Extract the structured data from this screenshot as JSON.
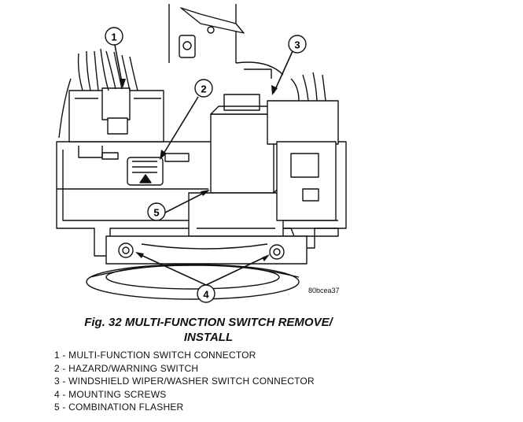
{
  "figure": {
    "image_code": "80bcea37",
    "callouts": [
      "1",
      "2",
      "3",
      "4",
      "5"
    ]
  },
  "caption": {
    "line1": "Fig. 32 MULTI-FUNCTION SWITCH REMOVE/",
    "line2": "INSTALL"
  },
  "legend": [
    "1 - MULTI-FUNCTION SWITCH CONNECTOR",
    "2 - HAZARD/WARNING SWITCH",
    "3 - WINDSHIELD WIPER/WASHER SWITCH CONNECTOR",
    "4 - MOUNTING SCREWS",
    "5 - COMBINATION FLASHER"
  ]
}
